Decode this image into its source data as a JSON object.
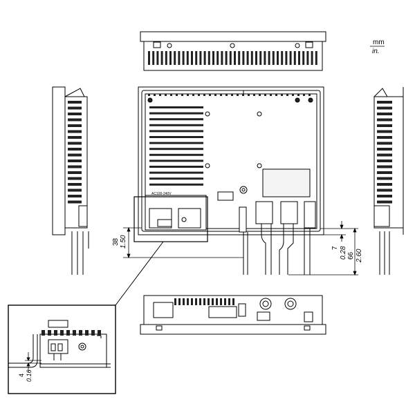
{
  "units": {
    "primary": "mm",
    "secondary": "in."
  },
  "dimensions": {
    "connector_height": {
      "mm": "38",
      "in": "1.50"
    },
    "cable_offset": {
      "mm": "7",
      "in": "0.28"
    },
    "total_depth": {
      "mm": "66",
      "in": "2.60"
    },
    "detail_offset": {
      "mm": "4",
      "in": "0.16"
    }
  },
  "labels": {
    "power_terminal": "AC100-240V"
  },
  "colors": {
    "line": "#000000",
    "background": "#ffffff",
    "fill_dark": "#222222",
    "fill_light": "#f4f4f4"
  }
}
